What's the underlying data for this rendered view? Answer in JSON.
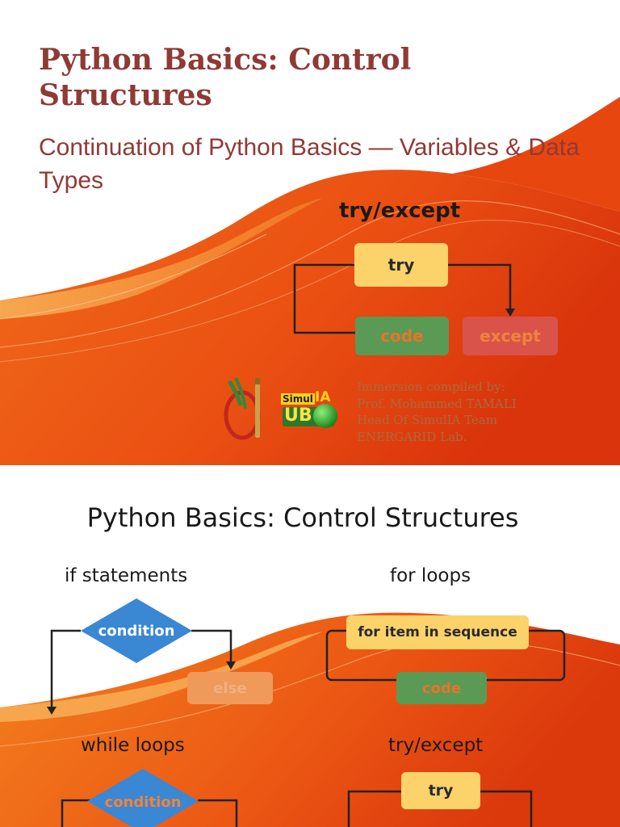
{
  "slide1": {
    "title": "Python Basics: Control Structures",
    "subtitle": "Continuation of Python Basics — Variables & Data Types",
    "diagram": {
      "heading": "try/except",
      "box_try": "try",
      "box_code": "code",
      "box_except": "except"
    },
    "logo2_text_a": "Simul",
    "logo2_text_b": "IA",
    "logo2_text_c": "UB",
    "credits": [
      "Immersion compiled by:",
      "Prof. Mohammed TAMALI",
      "Head Of SimulIA Team",
      "ENERGARID Lab."
    ]
  },
  "slide2": {
    "title": "Python Basics: Control Structures",
    "if_section": {
      "label": "if statements",
      "condition": "condition",
      "else": "else"
    },
    "for_section": {
      "label": "for loops",
      "header": "for item in sequence",
      "code": "code"
    },
    "while_section": {
      "label": "while loops",
      "condition": "condition"
    },
    "try_section": {
      "label": "try/except",
      "try": "try"
    }
  },
  "colors": {
    "title_red": "#8f3a35",
    "orange_deep": "#e2410f",
    "orange_light": "#f7a14a",
    "box_yellow": "#fcd26a",
    "box_green": "#5a9a55",
    "box_red": "#d9534a",
    "diamond_blue": "#3a87d4"
  }
}
